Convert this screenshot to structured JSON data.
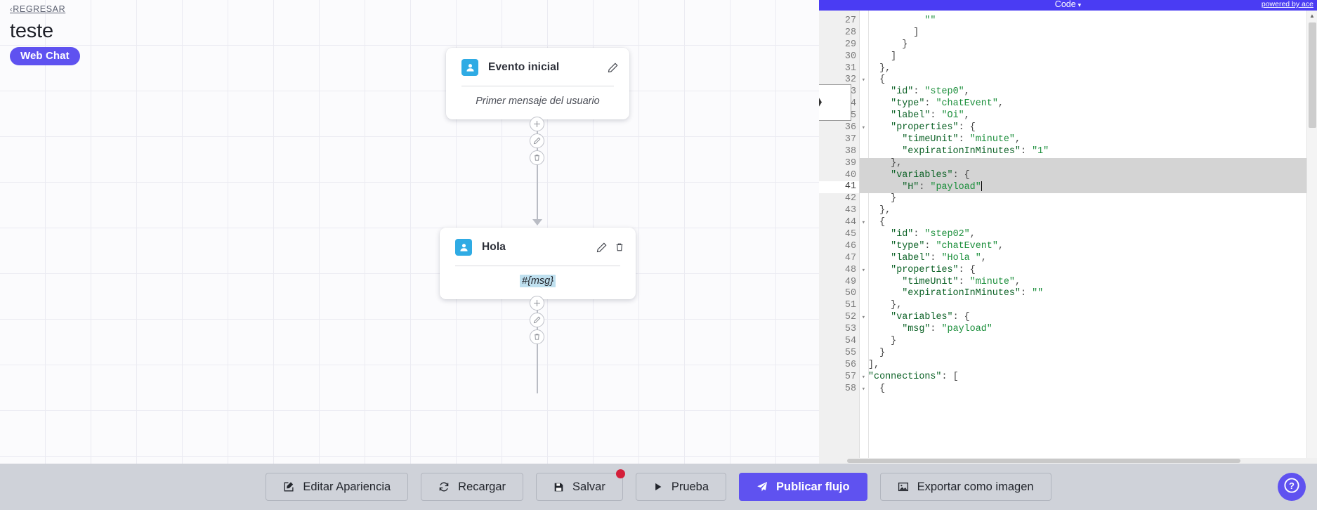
{
  "header": {
    "back_label": "REGRESAR",
    "back_chevron": "‹",
    "flow_title": "teste",
    "channel_badge": "Web Chat"
  },
  "canvas": {
    "nodes": [
      {
        "icon": "user-icon",
        "title": "Evento inicial",
        "body_text": "Primer mensaje del usuario",
        "has_edit": true,
        "has_delete": false
      },
      {
        "icon": "user-icon",
        "title": "Hola",
        "body_text": "#{msg}",
        "has_edit": true,
        "has_delete": true
      }
    ],
    "node_controls": [
      "add-icon",
      "edit-icon",
      "delete-icon"
    ]
  },
  "code_panel": {
    "title": "Code",
    "title_caret": "▾",
    "credit": "powered by ace",
    "first_line_number": 27,
    "active_line": 41,
    "selected_lines": [
      39,
      40,
      41
    ],
    "fold_rows": [
      32,
      36,
      40,
      44,
      48,
      52,
      57,
      58
    ],
    "lines": [
      {
        "n": 27,
        "text": "          \"\""
      },
      {
        "n": 28,
        "text": "        ]"
      },
      {
        "n": 29,
        "text": "      }"
      },
      {
        "n": 30,
        "text": "    ]"
      },
      {
        "n": 31,
        "text": "  },"
      },
      {
        "n": 32,
        "text": "  {"
      },
      {
        "n": 33,
        "text": "    \"id\": \"step0\","
      },
      {
        "n": 34,
        "text": "    \"type\": \"chatEvent\","
      },
      {
        "n": 35,
        "text": "    \"label\": \"Oi\","
      },
      {
        "n": 36,
        "text": "    \"properties\": {"
      },
      {
        "n": 37,
        "text": "      \"timeUnit\": \"minute\","
      },
      {
        "n": 38,
        "text": "      \"expirationInMinutes\": \"1\""
      },
      {
        "n": 39,
        "text": "    },"
      },
      {
        "n": 40,
        "text": "    \"variables\": {"
      },
      {
        "n": 41,
        "text": "      \"H\": \"payload\""
      },
      {
        "n": 42,
        "text": "    }"
      },
      {
        "n": 43,
        "text": "  },"
      },
      {
        "n": 44,
        "text": "  {"
      },
      {
        "n": 45,
        "text": "    \"id\": \"step02\","
      },
      {
        "n": 46,
        "text": "    \"type\": \"chatEvent\","
      },
      {
        "n": 47,
        "text": "    \"label\": \"Hola \","
      },
      {
        "n": 48,
        "text": "    \"properties\": {"
      },
      {
        "n": 49,
        "text": "      \"timeUnit\": \"minute\","
      },
      {
        "n": 50,
        "text": "      \"expirationInMinutes\": \"\""
      },
      {
        "n": 51,
        "text": "    },"
      },
      {
        "n": 52,
        "text": "    \"variables\": {"
      },
      {
        "n": 53,
        "text": "      \"msg\": \"payload\""
      },
      {
        "n": 54,
        "text": "    }"
      },
      {
        "n": 55,
        "text": "  }"
      },
      {
        "n": 56,
        "text": "],"
      },
      {
        "n": 57,
        "text": "\"connections\": ["
      },
      {
        "n": 58,
        "text": "  {"
      }
    ]
  },
  "toolbar": {
    "buttons": [
      {
        "label": "Editar Apariencia",
        "icon": "pencil-square-icon",
        "primary": false,
        "badge": false
      },
      {
        "label": "Recargar",
        "icon": "refresh-icon",
        "primary": false,
        "badge": false
      },
      {
        "label": "Salvar",
        "icon": "save-disk-icon",
        "primary": false,
        "badge": true
      },
      {
        "label": "Prueba",
        "icon": "play-icon",
        "primary": false,
        "badge": false
      },
      {
        "label": "Publicar flujo",
        "icon": "paper-plane-icon",
        "primary": true,
        "badge": false
      },
      {
        "label": "Exportar como imagen",
        "icon": "image-icon",
        "primary": false,
        "badge": false
      }
    ]
  },
  "help": {
    "icon": "question-mark-icon"
  },
  "colors": {
    "accent_purple": "#5f52f0",
    "node_icon_blue": "#2fabe4",
    "badge_red": "#d41f3a",
    "toolbar_bg": "#cfd2d9",
    "code_header": "#4a3cf3",
    "var_chip_bg": "#bfe0ef"
  }
}
